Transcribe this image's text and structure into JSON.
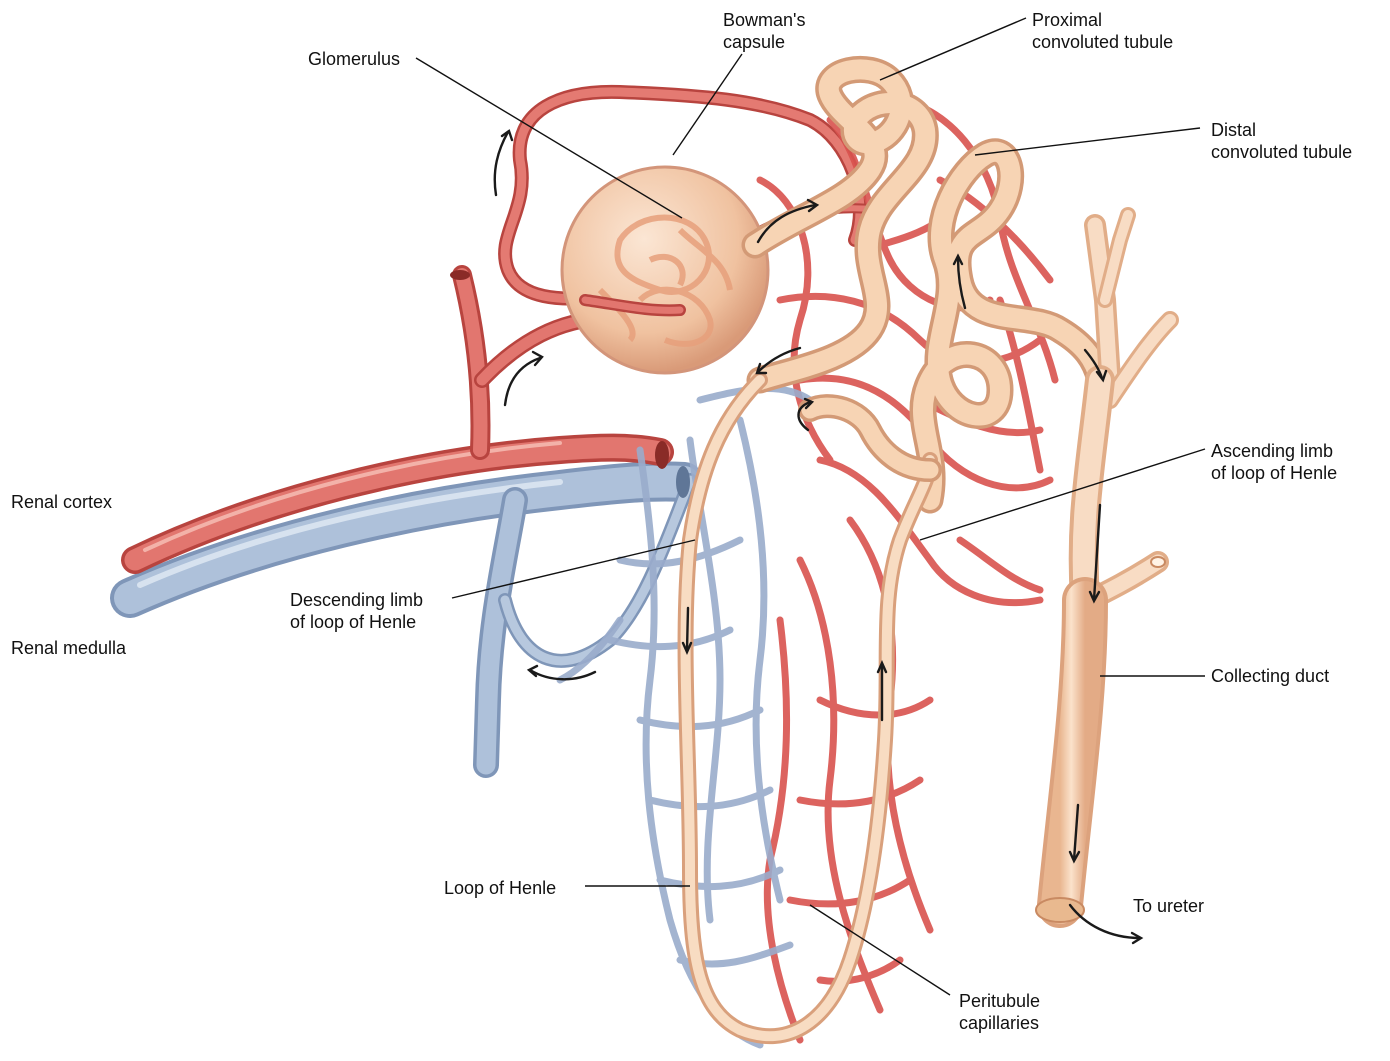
{
  "labels": {
    "bowmans_capsule": [
      "Bowman's",
      "capsule"
    ],
    "proximal_tubule": [
      "Proximal",
      "convoluted tubule"
    ],
    "glomerulus": "Glomerulus",
    "distal_tubule": [
      "Distal",
      "convoluted tubule"
    ],
    "ascending_limb": [
      "Ascending limb",
      "of loop of Henle"
    ],
    "renal_cortex": "Renal cortex",
    "descending_limb": [
      "Descending limb",
      "of loop of Henle"
    ],
    "renal_medulla": "Renal medulla",
    "collecting_duct": "Collecting duct",
    "loop_of_henle": "Loop of Henle",
    "to_ureter": "To ureter",
    "peritubule_capillaries": [
      "Peritubule",
      "capillaries"
    ]
  },
  "colors": {
    "artery": "#e2726c",
    "artery_dark": "#b8443f",
    "vein": "#a9bcd6",
    "vein_dark": "#7f96b8",
    "tubule": "#f6cfab",
    "tubule_dark": "#d99f78",
    "capsule": "#f3c7a6",
    "capillary": "#e0615b",
    "leader": "#111111"
  }
}
